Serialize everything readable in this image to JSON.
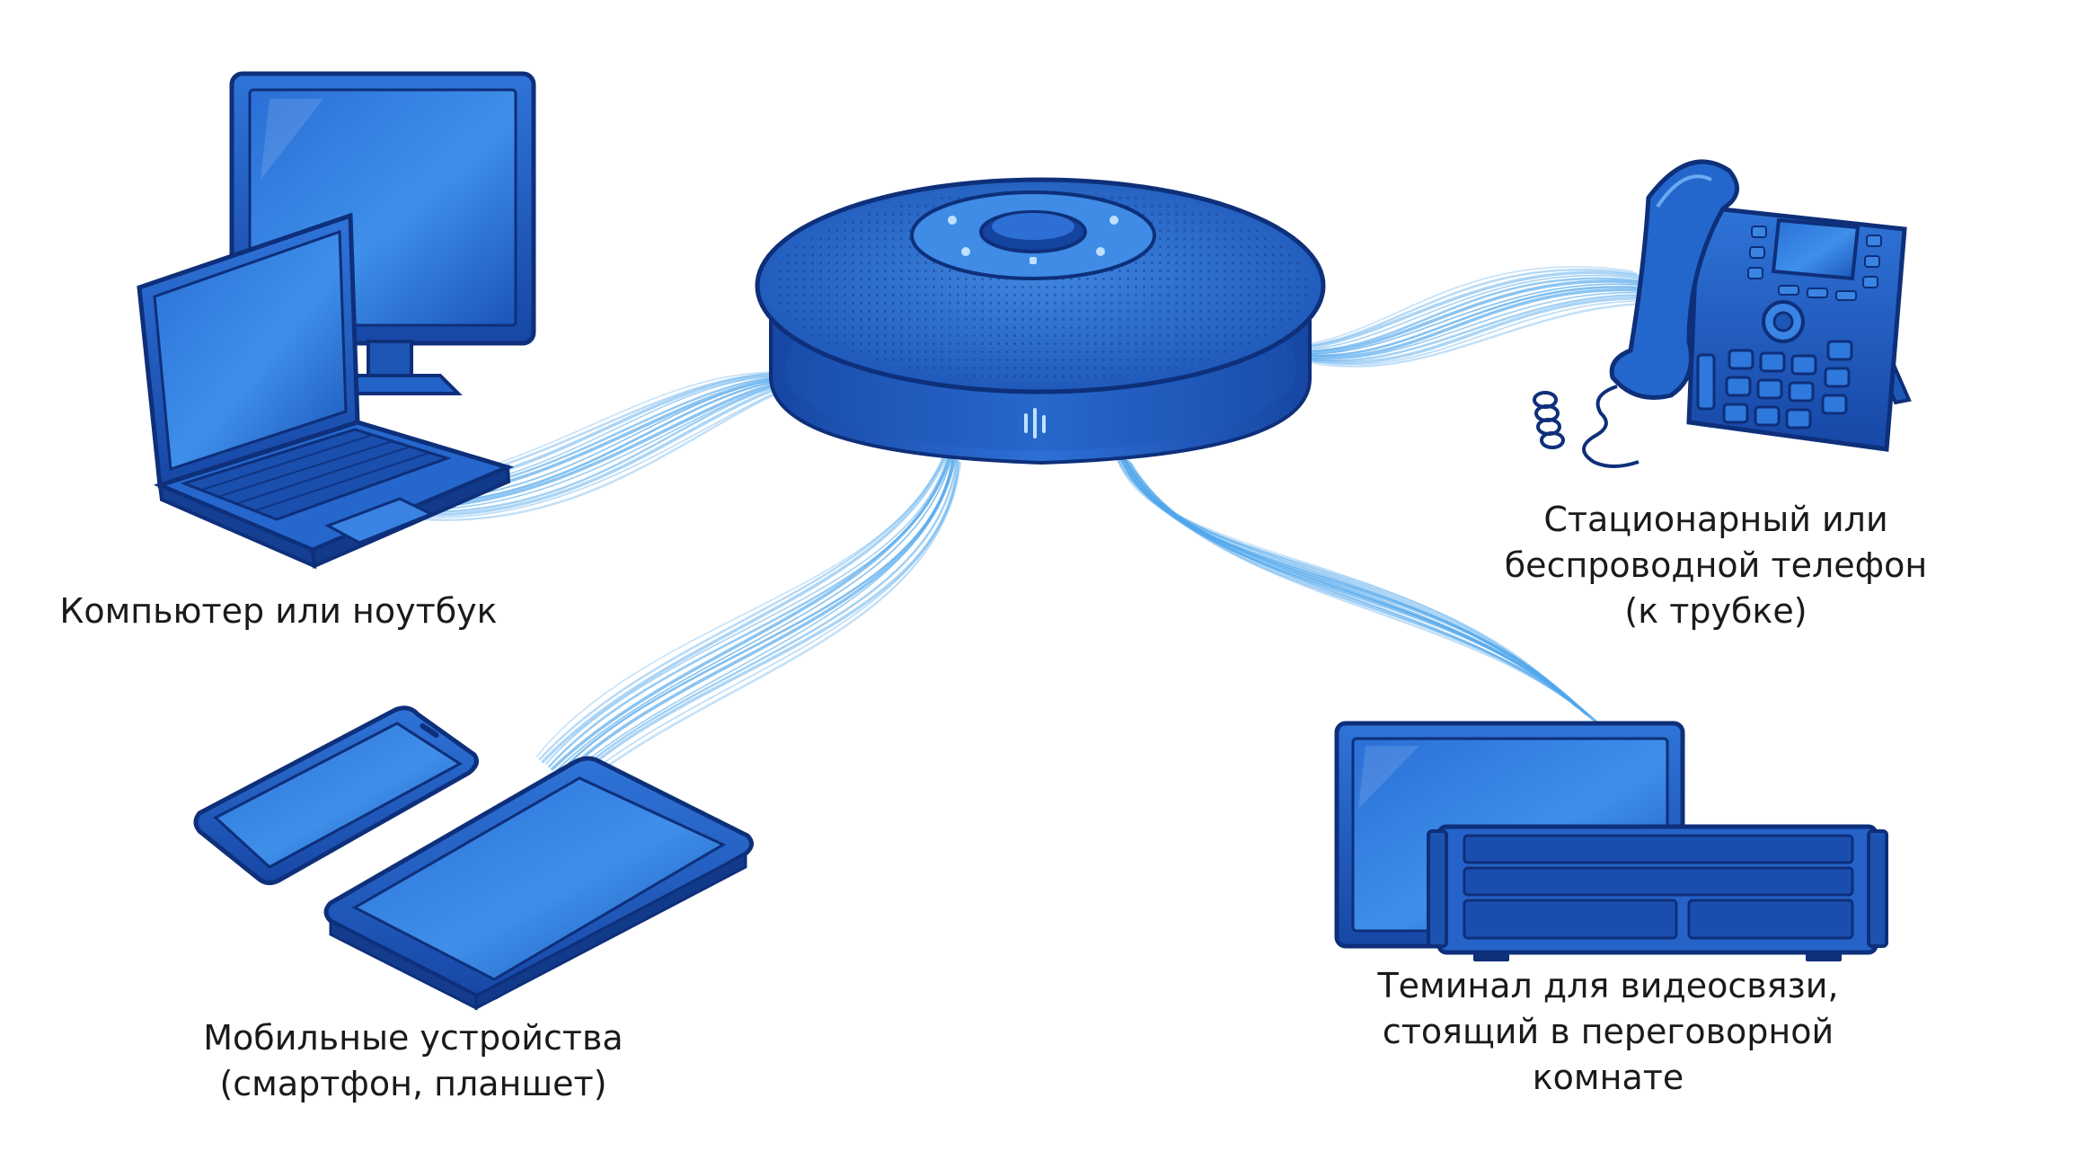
{
  "colors": {
    "device_dark": "#1546a8",
    "device_mid": "#2163cc",
    "device_light": "#3e8ae6",
    "outline": "#0e2f7a",
    "wave": "#4fa6ec",
    "background": "#ffffff"
  },
  "center": {
    "icon": "speakerphone-icon"
  },
  "devices": [
    {
      "id": "computer",
      "icon": "computer-laptop-icon",
      "label_lines": [
        "Компьютер или ноутбук"
      ]
    },
    {
      "id": "phone",
      "icon": "desk-phone-icon",
      "label_lines": [
        "Стационарный или",
        "беспроводной телефон",
        "(к трубке)"
      ]
    },
    {
      "id": "mobile",
      "icon": "smartphone-tablet-icon",
      "label_lines": [
        "Мобильные устройства",
        "(смартфон, планшет)"
      ]
    },
    {
      "id": "video",
      "icon": "video-terminal-icon",
      "label_lines": [
        "Теминал для видеосвязи,",
        "стоящий в переговорной",
        "комнате"
      ]
    }
  ]
}
